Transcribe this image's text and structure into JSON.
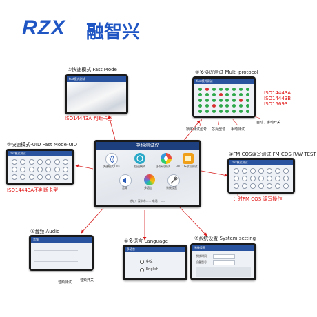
{
  "brand": {
    "logo_text": "RZX",
    "name_cn": "融智兴",
    "color": "#1f56c4"
  },
  "main_device": {
    "title": "中科测试仪",
    "footer": "地址：深圳市...... 电话：......",
    "menu": [
      {
        "label": "快速模式 UID",
        "icon": "nfc-icon"
      },
      {
        "label": "快速模式",
        "icon": "fast-mode-icon"
      },
      {
        "label": "多协议测试",
        "icon": "multi-protocol-icon"
      },
      {
        "label": "FM COS读写测试",
        "icon": "sim-card-icon"
      },
      {
        "label": "音频",
        "icon": "audio-icon"
      },
      {
        "label": "多语言",
        "icon": "language-icon"
      },
      {
        "label": "系统设置",
        "icon": "settings-icon"
      }
    ]
  },
  "panels": {
    "fast_mode": {
      "caption": "②快速模式   Fast Mode",
      "note": "ISO14443A 判断卡型",
      "screen_title": "fast模式测试"
    },
    "multi_protocol": {
      "caption": "③多协议测试    Multi-protocol",
      "notes": [
        "ISO14443A",
        "ISO14443B",
        "ISO15693"
      ],
      "labels": [
        "锁定测试型号",
        "芯片型号",
        "手动测试",
        "自动、手动开关"
      ],
      "screen_title": "fast模式测试"
    },
    "fast_mode_uid": {
      "caption": "①快速模式-UID    Fast Mode-UID",
      "note": "ISO14443A不判断卡型",
      "screen_title": "fast模式测试"
    },
    "fm_cos": {
      "caption": "④FM COS读写测试   FM COS R/W TEST",
      "note": "计时FM COS 读写操作",
      "screen_title": "fast模式测试"
    },
    "audio": {
      "caption": "⑤音频  Audio",
      "labels": [
        "音频测试",
        "音频开关"
      ],
      "screen_title": "音频"
    },
    "language": {
      "caption": "⑥多语言   Language",
      "options": [
        "中文",
        "English"
      ],
      "screen_title": "多语言"
    },
    "system": {
      "caption": "⑦系统设置   System setting",
      "screen_title": "系统设置",
      "fields": [
        "系统时间",
        "设备型号"
      ]
    }
  },
  "colors": {
    "arrow": "#d81e1e",
    "titlebar": "#29539e",
    "ok_dot": "#2ea84a",
    "fail_dot": "#d83030"
  }
}
